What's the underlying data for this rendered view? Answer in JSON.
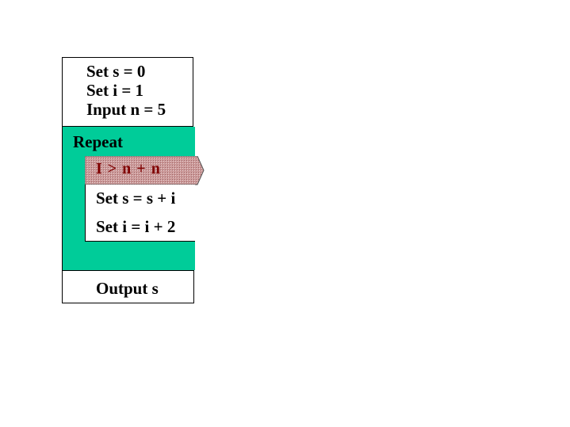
{
  "init_block": {
    "lines": [
      "Set s = 0",
      "Set i = 1",
      "Input n = 5"
    ]
  },
  "loop": {
    "keyword": "Repeat",
    "condition": "I  >  n + n",
    "body": [
      "Set s = s + i",
      "Set i = i + 2"
    ]
  },
  "output_block": {
    "text": "Output s"
  },
  "colors": {
    "loop_fill": "#00cc99",
    "condition_text": "#800000",
    "condition_fill": "#cc9999"
  }
}
